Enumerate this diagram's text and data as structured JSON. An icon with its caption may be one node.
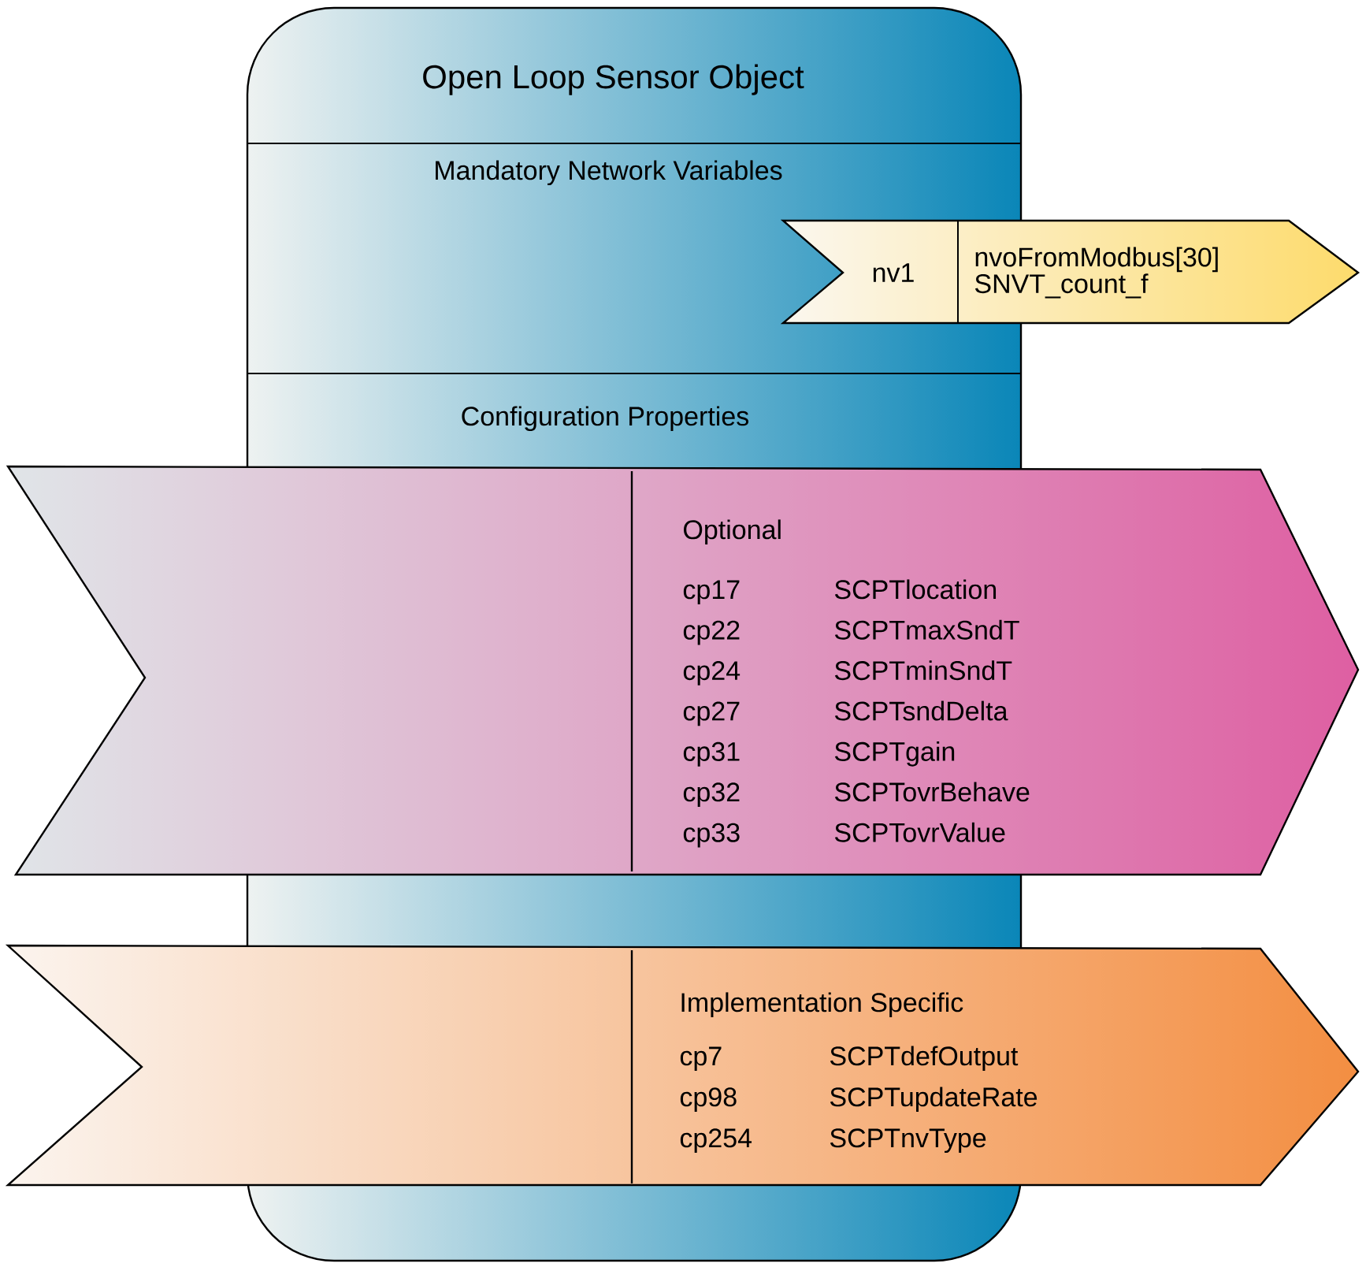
{
  "diagram": {
    "nodes": [
      {
        "text": [
          "Open Loop Sensor Object",
          "Mandatory Network Variables",
          "Configuration Properties"
        ]
      },
      {
        "text": [
          "nv1",
          "nvoFromModbus[30] SNVT_count_f"
        ]
      },
      {
        "text": [
          "Optional",
          "cp17",
          "SCPTlocation",
          "cp22",
          "SCPTmaxSndT",
          "cp24",
          "SCPTminSndT",
          "cp27",
          "SCPTsndDelta",
          "cp31",
          "SCPTgain",
          "cp32",
          "SCPTovrBehave",
          "cp33",
          "SCPTovrValue"
        ]
      },
      {
        "text": [
          "Implementation Specific",
          "cp7",
          "SCPTdefOutput",
          "cp98",
          "SCPTupdateRate",
          "cp254",
          "SCPTnvType"
        ]
      }
    ]
  }
}
